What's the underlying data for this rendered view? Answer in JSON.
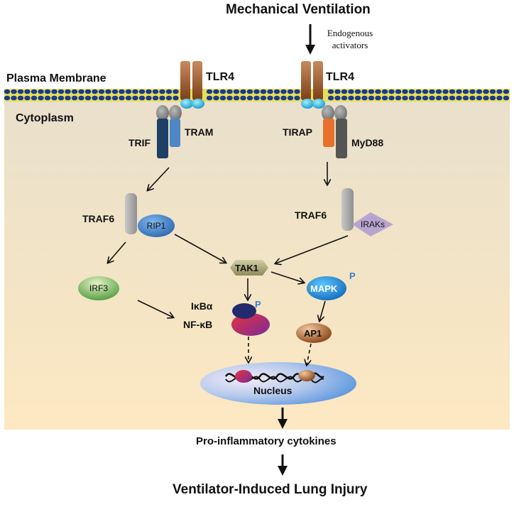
{
  "title": "Mechanical Ventilation",
  "stimulus": {
    "line1": "Endogenous",
    "line2": "activators"
  },
  "membrane_label": "Plasma Membrane",
  "cytoplasm_label": "Cytoplasm",
  "receptors": {
    "left": "TLR4",
    "right": "TLR4"
  },
  "adaptors": {
    "trif": "TRIF",
    "tram": "TRAM",
    "tirap": "TIRAP",
    "myd88": "MyD88"
  },
  "traf6_left": "TRAF6",
  "traf6_right": "TRAF6",
  "rip1": "RIP1",
  "iraks": "IRAKs",
  "tak1": "TAK1",
  "irf3": "IRF3",
  "ikba": "IκBα",
  "nfkb": "NF-κB",
  "mapk": "MAPK",
  "ap1": "AP1",
  "phospho": "P",
  "nucleus": "Nucleus",
  "cytokines": "Pro-inflammatory cytokines",
  "outcome": "Ventilator-Induced Lung Injury",
  "colors": {
    "cytoplasm_top": "#ece3cf",
    "cytoplasm_bottom": "#fde9c4",
    "membrane_head": "#1b3a8a",
    "membrane_band": "#e8e45a",
    "tlr4": "#9b5a2a",
    "trif": "#1e3f66",
    "tram": "#4f86c6",
    "tirap": "#e8702a",
    "myd88": "#555555",
    "rip1": "#3f7fc8",
    "iraks": "#b8a5cf",
    "irf3": "#6aa84f",
    "mapk": "#2d8fd6",
    "ap1": "#c0703a"
  }
}
